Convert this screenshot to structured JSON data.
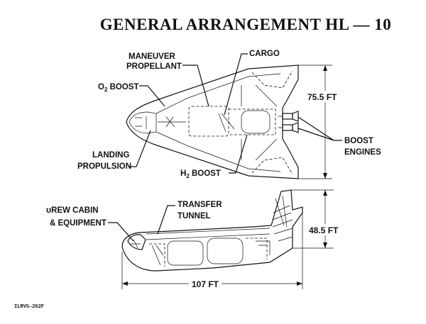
{
  "title": "GENERAL ARRANGEMENT HL — 10",
  "top_view": {
    "labels": {
      "maneuver_propellant": [
        "MANEUVER",
        "PROPELLANT"
      ],
      "cargo": "CARGO",
      "o2_boost": "O2 BOOST",
      "landing_propulsion": [
        "LANDING",
        "PROPULSION"
      ],
      "h2_boost": "H2 BOOST",
      "boost_engines": [
        "BOOST",
        "ENGINES"
      ]
    },
    "dimension": "75.5 FT"
  },
  "side_view": {
    "labels": {
      "crew_cabin": [
        "ʊREW CABIN",
        "& EQUIPMENT"
      ],
      "transfer_tunnel": [
        "TRANSFER",
        "TUNNEL"
      ]
    },
    "height_dimension": "48.5 FT",
    "length_dimension": "107 FT"
  },
  "code": "ILRVS–262F"
}
